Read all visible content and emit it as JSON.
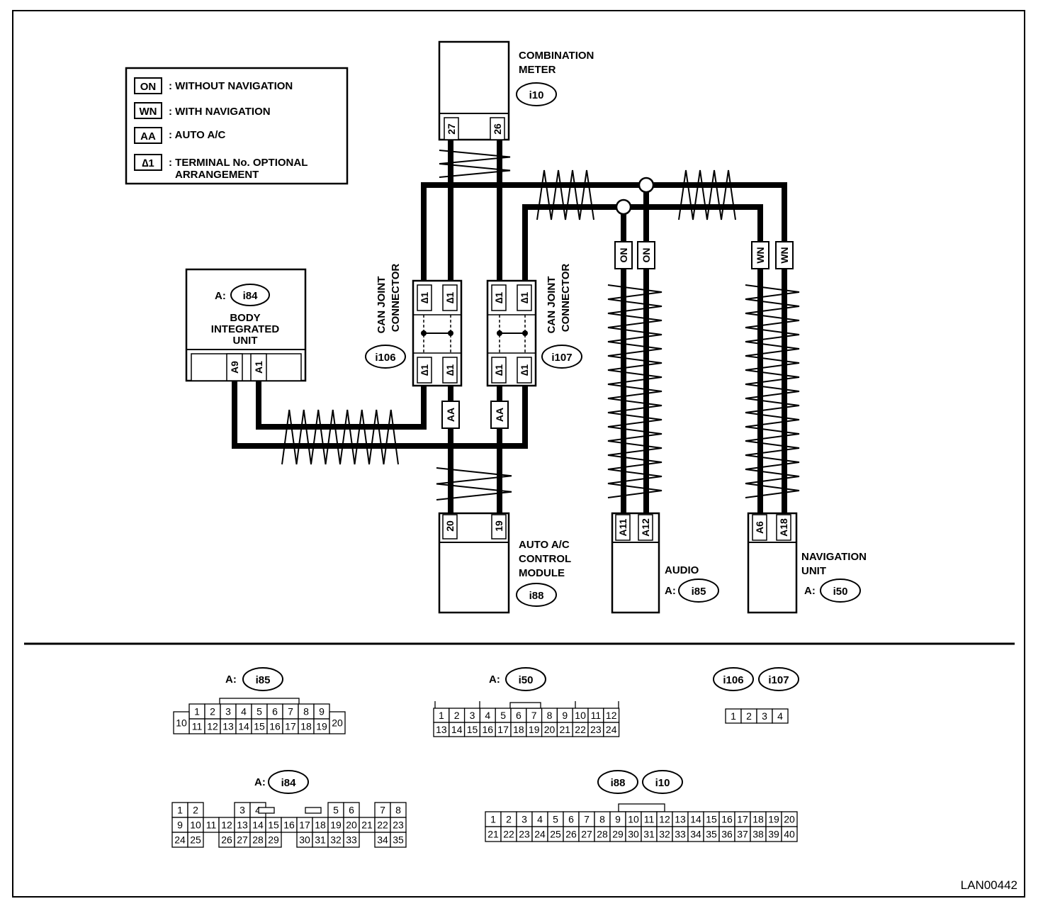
{
  "legend": {
    "items": [
      {
        "code": "ON",
        "text": ": WITHOUT NAVIGATION"
      },
      {
        "code": "WN",
        "text": ": WITH NAVIGATION"
      },
      {
        "code": "AA",
        "text": ": AUTO A/C"
      },
      {
        "code": "∆1",
        "text": ": TERMINAL No. OPTIONAL",
        "text2": "ARRANGEMENT"
      }
    ]
  },
  "units": {
    "combination_meter": {
      "line1": "COMBINATION",
      "line2": "METER",
      "code": "i10",
      "pins": [
        "27",
        "26"
      ]
    },
    "body_integrated_unit": {
      "prefix": "A:",
      "code": "i84",
      "line1": "BODY",
      "line2": "INTEGRATED",
      "line3": "UNIT",
      "pins": [
        "A9",
        "A1"
      ]
    },
    "auto_ac_module": {
      "line1": "AUTO A/C",
      "line2": "CONTROL",
      "line3": "MODULE",
      "code": "i88",
      "pins": [
        "20",
        "19"
      ]
    },
    "audio": {
      "label": "AUDIO",
      "prefix": "A:",
      "code": "i85",
      "pins": [
        "A11",
        "A12"
      ]
    },
    "navigation_unit": {
      "line1": "NAVIGATION",
      "line2": "UNIT",
      "prefix": "A:",
      "code": "i50",
      "pins": [
        "A6",
        "A18"
      ]
    },
    "can_joint_1": {
      "line1": "CAN JOINT",
      "line2": "CONNECTOR",
      "code": "i106",
      "pin": "∆1"
    },
    "can_joint_2": {
      "line1": "CAN JOINT",
      "line2": "CONNECTOR",
      "code": "i107",
      "pin": "∆1"
    }
  },
  "wire_tags": {
    "aa": "AA",
    "on": "ON",
    "wn": "WN"
  },
  "connector_views": {
    "i85": {
      "prefix": "A:",
      "code": "i85",
      "top": [
        "1",
        "2",
        "3",
        "4",
        "5",
        "6",
        "7",
        "8",
        "9"
      ],
      "bottom": [
        "11",
        "12",
        "13",
        "14",
        "15",
        "16",
        "17",
        "18",
        "19"
      ],
      "left": "10",
      "right": "20"
    },
    "i50": {
      "prefix": "A:",
      "code": "i50",
      "top": [
        "1",
        "2",
        "3",
        "4",
        "5",
        "6",
        "7",
        "8",
        "9",
        "10",
        "11",
        "12"
      ],
      "bottom": [
        "13",
        "14",
        "15",
        "16",
        "17",
        "18",
        "19",
        "20",
        "21",
        "22",
        "23",
        "24"
      ]
    },
    "i106_i107": {
      "codes": [
        "i106",
        "i107"
      ],
      "pins": [
        "1",
        "2",
        "3",
        "4"
      ]
    },
    "i84": {
      "prefix": "A:",
      "code": "i84",
      "row1": [
        "1",
        "2",
        "",
        "",
        "3",
        "4",
        "",
        "",
        "",
        "",
        "5",
        "6",
        "",
        "7",
        "8"
      ],
      "row2": [
        "9",
        "10",
        "11",
        "12",
        "13",
        "14",
        "15",
        "16",
        "17",
        "18",
        "19",
        "20",
        "21",
        "22",
        "23"
      ],
      "row3": [
        "24",
        "25",
        "",
        "26",
        "27",
        "28",
        "29",
        "",
        "30",
        "31",
        "32",
        "33",
        "",
        "34",
        "35"
      ]
    },
    "i88_i10": {
      "codes": [
        "i88",
        "i10"
      ],
      "top": [
        "1",
        "2",
        "3",
        "4",
        "5",
        "6",
        "7",
        "8",
        "9",
        "10",
        "11",
        "12",
        "13",
        "14",
        "15",
        "16",
        "17",
        "18",
        "19",
        "20"
      ],
      "bottom": [
        "21",
        "22",
        "23",
        "24",
        "25",
        "26",
        "27",
        "28",
        "29",
        "30",
        "31",
        "32",
        "33",
        "34",
        "35",
        "36",
        "37",
        "38",
        "39",
        "40"
      ]
    }
  },
  "footer": {
    "code": "LAN00442"
  }
}
